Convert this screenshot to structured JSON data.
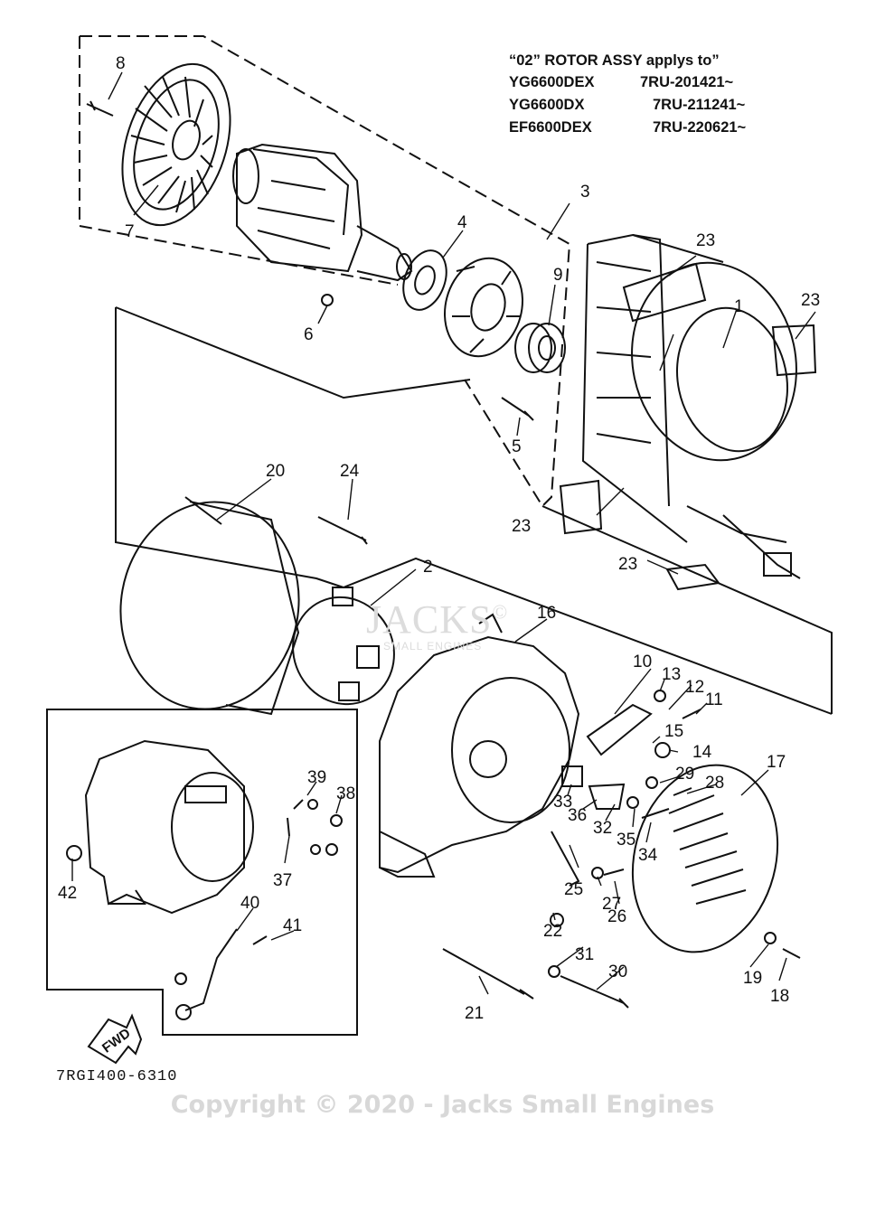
{
  "note": {
    "title": "“02” ROTOR ASSY applys to”",
    "models": [
      {
        "model": "YG6600DEX",
        "serial": "7RU-201421~"
      },
      {
        "model": "YG6600DX",
        "serial": "7RU-211241~"
      },
      {
        "model": "EF6600DEX",
        "serial": "7RU-220621~"
      }
    ]
  },
  "callouts": [
    "8",
    "7",
    "3",
    "4",
    "6",
    "9",
    "5",
    "1",
    "23",
    "23",
    "23",
    "23",
    "20",
    "24",
    "2",
    "16",
    "10",
    "13",
    "12",
    "11",
    "15",
    "14",
    "29",
    "28",
    "17",
    "33",
    "36",
    "32",
    "35",
    "34",
    "25",
    "27",
    "26",
    "22",
    "21",
    "31",
    "30",
    "19",
    "18",
    "39",
    "38",
    "37",
    "42",
    "40",
    "41"
  ],
  "fwd_label": "FWD",
  "drawing_code": "7RGI400-6310",
  "watermark": {
    "brand": "JACKS",
    "symbol": "©",
    "sub": "SMALL ENGINES"
  },
  "copyright": "Copyright © 2020 - Jacks Small Engines"
}
